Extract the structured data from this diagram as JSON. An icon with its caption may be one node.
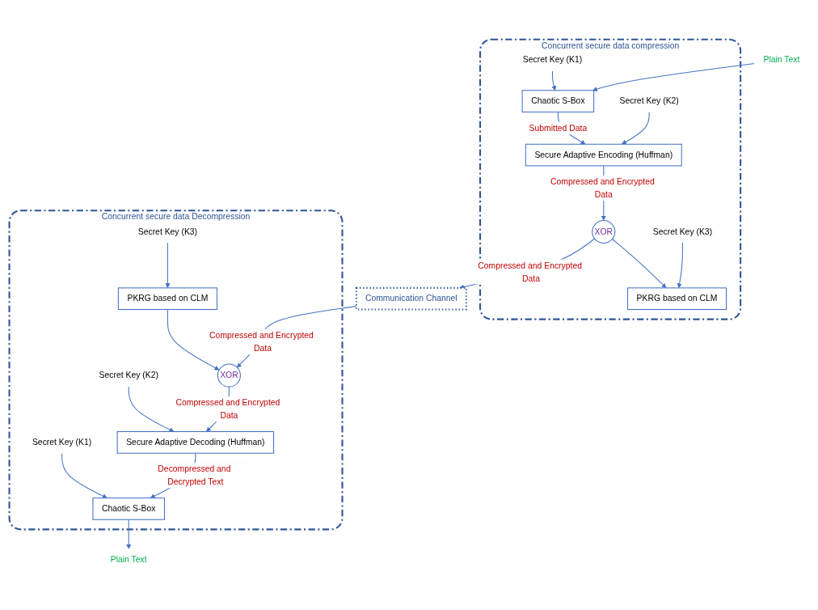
{
  "diagram": {
    "nodes": [
      {
        "text": [
          "Concurrent secure data compression"
        ]
      },
      {
        "text": [
          "Plain Text"
        ]
      },
      {
        "text": [
          "Secret Key (K1)"
        ],
        "in": 0
      },
      {
        "text": [
          "Chaotic S-Box"
        ],
        "in": 0
      },
      {
        "text": [
          "Secret Key (K2)"
        ],
        "in": 0
      },
      {
        "text": [
          "Secure Adaptive Encoding (Huffman)"
        ],
        "in": 0
      },
      {
        "text": [
          "XOR"
        ],
        "in": 0
      },
      {
        "text": [
          "Secret Key (K3)"
        ],
        "in": 0
      },
      {
        "text": [
          "PKRG based on CLM"
        ],
        "in": 0
      },
      {
        "text": [
          "Communication Channel"
        ]
      },
      {
        "text": [
          "Concurrent secure data Decompression"
        ]
      },
      {
        "text": [
          "Plain Text"
        ]
      },
      {
        "text": [
          "Secret Key (K1)"
        ],
        "in": 10
      },
      {
        "text": [
          "Chaotic S-Box"
        ],
        "in": 10
      },
      {
        "text": [
          "Secret Key (K2)"
        ],
        "in": 10
      },
      {
        "text": [
          "Secure Adaptive Decoding (Huffman)"
        ],
        "in": 10
      },
      {
        "text": [
          "XOR"
        ],
        "in": 10
      },
      {
        "text": [
          "Secret Key (K3)"
        ],
        "in": 10
      },
      {
        "text": [
          "PKRG based on CLM"
        ],
        "in": 10
      }
    ],
    "edges": [
      {
        "from": 1,
        "to": 3,
        "arrow": "to"
      },
      {
        "from": 2,
        "to": 3,
        "arrow": "to"
      },
      {
        "from": 3,
        "to": 5,
        "arrow": "to",
        "label": "Submitted Data"
      },
      {
        "from": 4,
        "to": 5,
        "arrow": "to"
      },
      {
        "from": 5,
        "to": 6,
        "arrow": "to",
        "label": "Compressed and Encrypted Data"
      },
      {
        "from": 6,
        "to": 8,
        "arrow": "to"
      },
      {
        "from": 7,
        "to": 8,
        "arrow": "to"
      },
      {
        "from": 6,
        "to": 9,
        "arrow": "to",
        "label": "Compressed and Encrypted Data"
      },
      {
        "from": 9,
        "to": 16,
        "arrow": "to",
        "label": "Compressed and Encrypted Data"
      },
      {
        "from": 18,
        "to": 16,
        "arrow": "to"
      },
      {
        "from": 17,
        "to": 18,
        "arrow": "to"
      },
      {
        "from": 16,
        "to": 15,
        "arrow": "to",
        "label": "Compressed and Encrypted Data"
      },
      {
        "from": 14,
        "to": 15,
        "arrow": "to"
      },
      {
        "from": 15,
        "to": 13,
        "arrow": "to",
        "label": "Decompressed and Decrypted Text"
      },
      {
        "from": 12,
        "to": 13,
        "arrow": "to"
      },
      {
        "from": 13,
        "to": 11,
        "arrow": "to"
      }
    ]
  }
}
